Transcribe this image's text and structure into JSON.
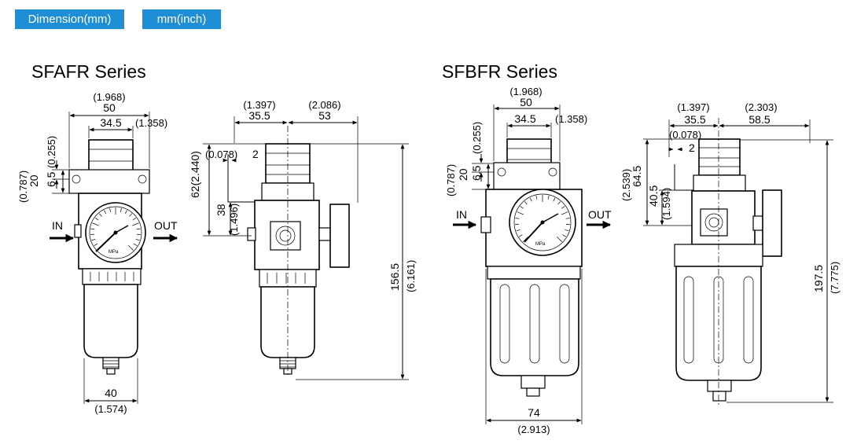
{
  "tabs": {
    "dimension": "Dimension(mm)",
    "inch": "mm(inch)"
  },
  "sfa": {
    "title": "SFAFR Series",
    "port_in": "IN",
    "port_out": "OUT",
    "gauge_unit": "MPa",
    "front": {
      "w50_in": "(1.968)",
      "w50": "50",
      "w34_5": "34.5",
      "w34_5_in": "(1.358)",
      "h6_5_in": "(0.255)",
      "h6_5": "6.5",
      "h20_in": "(0.787)",
      "h20": "20",
      "b40": "40",
      "b40_in": "(1.574)"
    },
    "side": {
      "s35_5_in": "(1.397)",
      "s35_5": "35.5",
      "s53_in": "(2.086)",
      "s53": "53",
      "s2_in": "(0.078)",
      "s2": "2",
      "h62": "62(2.440)",
      "h38": "38",
      "h38_in": "(1.496)",
      "h156_5": "156.5",
      "h156_5_in": "(6.161)"
    }
  },
  "sfb": {
    "title": "SFBFR Series",
    "port_in": "IN",
    "port_out": "OUT",
    "gauge_unit": "MPa",
    "front": {
      "w50_in": "(1.968)",
      "w50": "50",
      "w34_5": "34.5",
      "w34_5_in": "(1.358)",
      "h6_5_in": "(0.255)",
      "h6_5": "6.5",
      "h20_in": "(0.787)",
      "h20": "20",
      "b74": "74",
      "b74_in": "(2.913)"
    },
    "side": {
      "s35_5_in": "(1.397)",
      "s35_5": "35.5",
      "s58_5_in": "(2.303)",
      "s58_5": "58.5",
      "s2_in": "(0.078)",
      "s2": "2",
      "h64_5_in": "(2.539)",
      "h64_5": "64.5",
      "h40_5": "40.5",
      "h40_5_in": "(1.594)",
      "h197_5": "197.5",
      "h197_5_in": "(7.775)"
    }
  }
}
